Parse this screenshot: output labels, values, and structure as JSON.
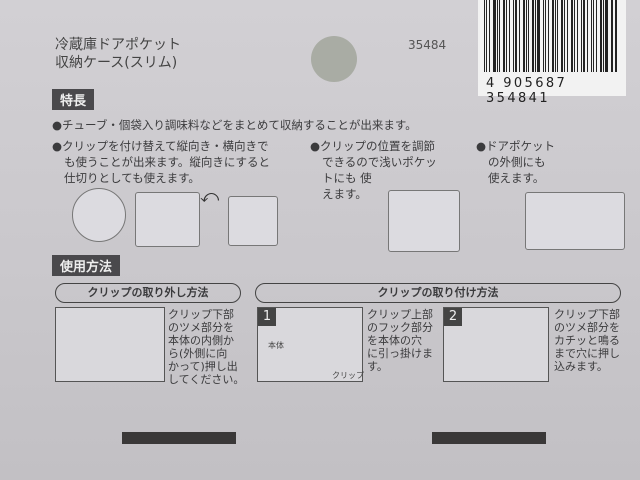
{
  "product": {
    "title_line1": "冷蔵庫ドアポケット",
    "title_line2": "収納ケース(スリム)",
    "code": "35484",
    "barcode_number": "4 905687 354841"
  },
  "features": {
    "heading": "特長",
    "bullet1": "●チューブ・個袋入り調味料などをまとめて収納することが出来ます。",
    "bullet2": [
      "●クリップを付け替えて縦向き・横向きで",
      "も使うことが出来ます。縦向きにすると",
      "仕切りとしても使えます。"
    ],
    "bullet3": [
      "●クリップの位置を調節",
      "できるので浅いポケッ",
      "トにも 使",
      "えます。"
    ],
    "bullet4": [
      "●ドアポケット",
      "の外側にも",
      "使えます。"
    ]
  },
  "usage": {
    "heading": "使用方法",
    "remove": {
      "label": "クリップの取り外し方法",
      "text": [
        "クリップ下部",
        "のツメ部分を",
        "本体の内側か",
        "ら(外側に向",
        "かって)押し出",
        "してください。"
      ]
    },
    "attach": {
      "label": "クリップの取り付け方法",
      "step1": {
        "number": "1",
        "text": [
          "クリップ上部",
          "のフック部分",
          "を本体の穴",
          "に引っ掛けま",
          "す。"
        ],
        "label_body": "本体",
        "label_clip": "クリップ"
      },
      "step2": {
        "number": "2",
        "text": [
          "クリップ下部",
          "のツメ部分を",
          "カチッと鳴る",
          "まで穴に押し",
          "込みます。"
        ]
      }
    }
  }
}
